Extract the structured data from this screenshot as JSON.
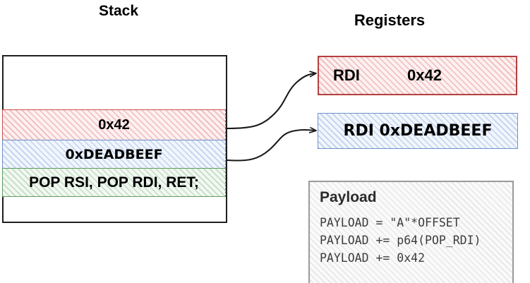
{
  "stack": {
    "title": "Stack",
    "rows": [
      {
        "label": "",
        "fill": "none"
      },
      {
        "label": "0x42",
        "fill": "#fdf0f0",
        "stroke": "#c9504f"
      },
      {
        "label": "0xDEADBEEF",
        "fill": "#f1f6fd",
        "stroke": "#6b8dc4"
      },
      {
        "label": "POP RSI,  POP RDI, RET;",
        "fill": "#f2f8f2",
        "stroke": "#5b9c5b"
      },
      {
        "label": "",
        "fill": "none"
      }
    ]
  },
  "registers": {
    "title": "Registers",
    "entries": [
      {
        "name": "RDI",
        "value": "0x42",
        "fill": "#fdf0f0",
        "stroke": "#b4403f"
      },
      {
        "name": "RDI",
        "value": "0xDEADBEEF",
        "combined": "RDI 0xDEADBEEF",
        "fill": "#f1f6fd",
        "stroke": "#6e93c8"
      }
    ]
  },
  "payload": {
    "title": "Payload",
    "code": "PAYLOAD = \"A\"*OFFSET\nPAYLOAD += p64(POP_RDI)\nPAYLOAD += 0x42"
  },
  "arrows": [
    {
      "name": "stack-0x42-to-rdi-register",
      "from": "stack-row-rdi-value",
      "to": "reg-box-rdi"
    },
    {
      "name": "stack-deadbeef-to-rsi-register",
      "from": "stack-row-rsi-value",
      "to": "reg-box-rsi"
    }
  ],
  "colors": {
    "red_stroke": "#c9504f",
    "blue_stroke": "#6b8dc4",
    "green_stroke": "#5b9c5b",
    "gray_stroke": "#9a9a9a",
    "outline": "#1f1f1f",
    "arrow": "#1a1a1a"
  }
}
